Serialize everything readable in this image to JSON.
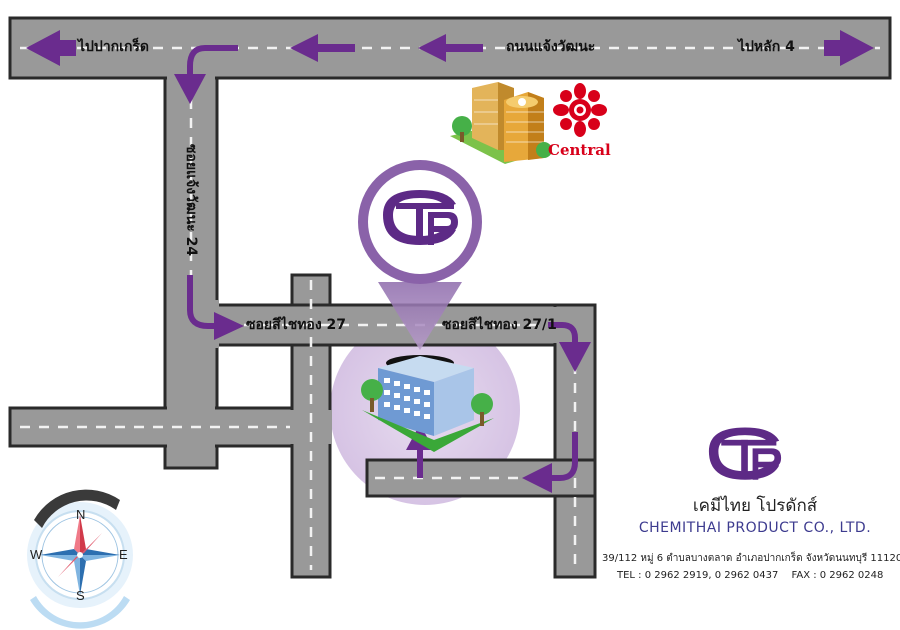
{
  "roads": {
    "top_road_name": "ถนนแจ้งวัฒนะ",
    "top_left_direction": "ไปปากเกร็ด",
    "top_right_direction": "ไปหลัก 4",
    "vertical_road_name": "ซอยแจ้งวัฒนะ 24",
    "middle_road_left_name": "ซอยสีไชทอง 27",
    "middle_road_right_name": "ซอยสีไชทอง 27/1"
  },
  "landmark": {
    "name": "Central",
    "icon": "central-department-store-icon"
  },
  "company": {
    "name_th": "เคมีไทย โปรดักส์",
    "name_en": "CHEMITHAI PRODUCT CO., LTD.",
    "address": "39/112 หมู่ 6 ตำบลบางตลาด อำเภอปากเกร็ด จังหวัดนนทบุรี 11120",
    "tel": "TEL : 0 2962 2919, 0 2962 0437",
    "fax": "FAX : 0 2962 0248",
    "logo_icon": "ctp-logo-icon"
  },
  "compass": {
    "north": "N",
    "south": "S",
    "east": "E",
    "west": "W"
  },
  "colors": {
    "road_fill": "#999999",
    "road_edge": "#2a2a2a",
    "arrow_purple": "#6a2c8e",
    "logo_purple": "#5d2a86",
    "highlight_circle": "#d9c6e6",
    "central_red": "#d8001a"
  }
}
